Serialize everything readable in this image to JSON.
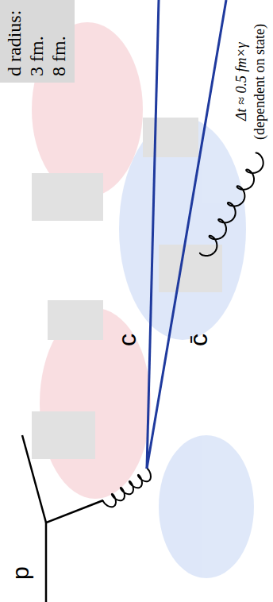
{
  "diagram": {
    "nodes": [
      {
        "text": [
          "d radius:",
          "3 fm.",
          "8 fm."
        ]
      }
    ],
    "labels": [
      "p",
      "c",
      "c̄",
      "Δt ≈ 0.5 fm×γ",
      "(dependent on state)"
    ]
  }
}
